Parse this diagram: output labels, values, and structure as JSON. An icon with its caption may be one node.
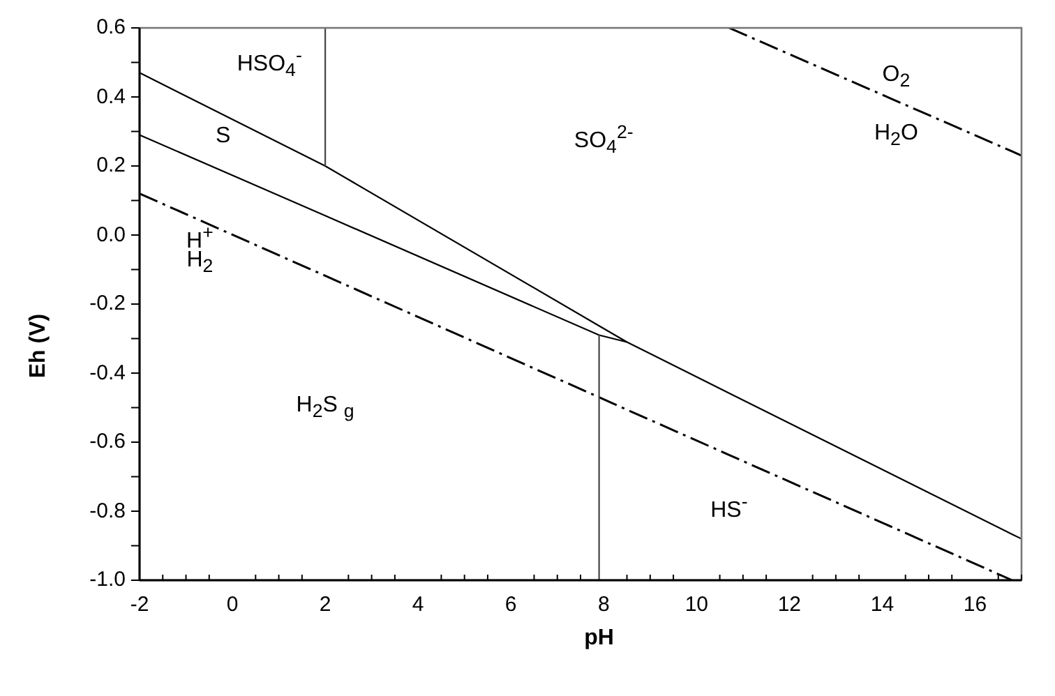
{
  "diagram": {
    "chart_data": {
      "type": "line",
      "xlabel": "pH",
      "ylabel": "Eh (V)",
      "x": [
        -2,
        2,
        2,
        7.9,
        7.9,
        8.5,
        10.7,
        16.8,
        17
      ],
      "series": [
        {
          "color": "#000000",
          "values": [
            0.47,
            0.2,
            0.2,
            -0.263,
            -0.263,
            -0.31,
            -0.458,
            -0.867,
            -0.88
          ]
        },
        {
          "color": "#000000",
          "values": [
            0.29,
            0.056,
            0.056,
            -0.29,
            -0.29,
            -0.31,
            null,
            null,
            null
          ]
        },
        {
          "color": "#000000",
          "line_style": "dashdot",
          "values": [
            0.12,
            -0.118,
            -0.118,
            -0.47,
            -0.47,
            -0.506,
            -0.637,
            -1.0,
            null
          ]
        },
        {
          "color": "#000000",
          "line_style": "dashdot",
          "values": [
            null,
            null,
            null,
            null,
            null,
            null,
            0.6,
            0.242,
            0.23
          ]
        },
        {
          "color": "#444444",
          "values": [
            null,
            0.2,
            0.6,
            null,
            null,
            null,
            null,
            null,
            null
          ]
        },
        {
          "color": "#444444",
          "values": [
            null,
            null,
            null,
            -0.29,
            -1.0,
            null,
            null,
            null,
            null
          ]
        }
      ],
      "xlim": [
        -2,
        17
      ],
      "ylim": [
        -1.0,
        0.6
      ],
      "xticks": [
        -2,
        0,
        2,
        4,
        6,
        8,
        10,
        12,
        14,
        16
      ],
      "yticks": [
        {
          "value": -1,
          "label": "-1.0"
        },
        {
          "value": -0.8,
          "label": "-0.8"
        },
        {
          "value": -0.6,
          "label": "-0.6"
        },
        {
          "value": -0.4,
          "label": "-0.4"
        },
        {
          "value": -0.2,
          "label": "-0.2"
        },
        {
          "value": 0,
          "label": "0.0"
        },
        {
          "value": 0.2,
          "label": "0.2"
        },
        {
          "value": 0.4,
          "label": "0.4"
        },
        {
          "value": 0.6,
          "label": "0.6"
        }
      ],
      "annotations": [
        "HSO$_{4}$$^{-}$",
        "S",
        "H$^{+}$",
        "H$_{2}$",
        "SO$_{4}$$^{2-}$",
        "O$_{2}$",
        "H$_{2}$O",
        "H$_{2}$S $_{g}$",
        "HS$^{-}$"
      ]
    }
  }
}
